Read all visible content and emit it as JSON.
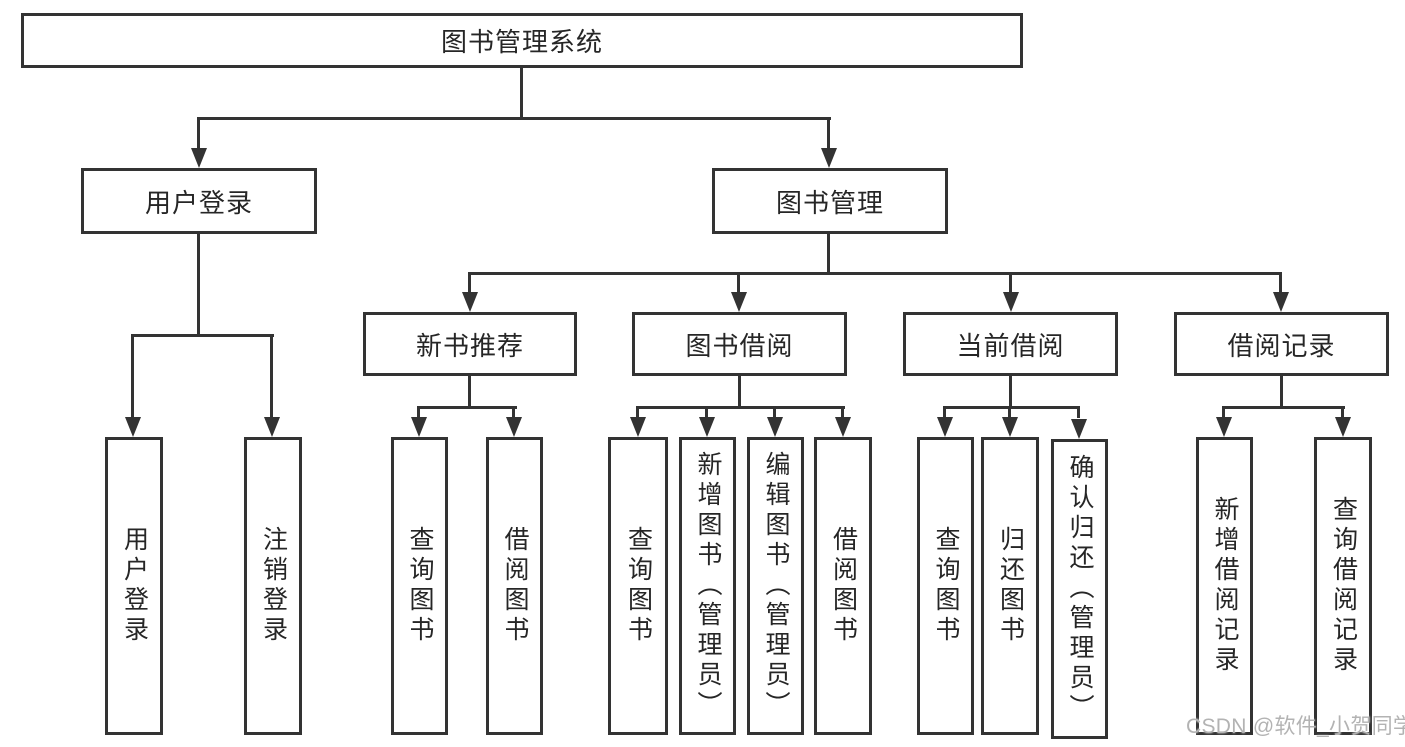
{
  "diagram": {
    "root": {
      "label": "图书管理系统"
    },
    "level2": [
      {
        "label": "用户登录"
      },
      {
        "label": "图书管理"
      }
    ],
    "level3": [
      {
        "label": "新书推荐"
      },
      {
        "label": "图书借阅"
      },
      {
        "label": "当前借阅"
      },
      {
        "label": "借阅记录"
      }
    ],
    "leaves": {
      "user_login": [
        "用户登录",
        "注销登录"
      ],
      "new_books": [
        "查询图书",
        "借阅图书"
      ],
      "book_borrow": [
        "查询图书",
        "新增图书（管理员）",
        "编辑图书（管理员）",
        "借阅图书"
      ],
      "current_borrow": [
        "查询图书",
        "归还图书",
        "确认归还（管理员）"
      ],
      "borrow_records": [
        "新增借阅记录",
        "查询借阅记录"
      ]
    }
  },
  "watermark": {
    "text": "CSDN @软件_小贺同学"
  },
  "colors": {
    "line": "#333333",
    "text": "#262626",
    "watermark": "#b3b3b3",
    "background": "#ffffff"
  }
}
